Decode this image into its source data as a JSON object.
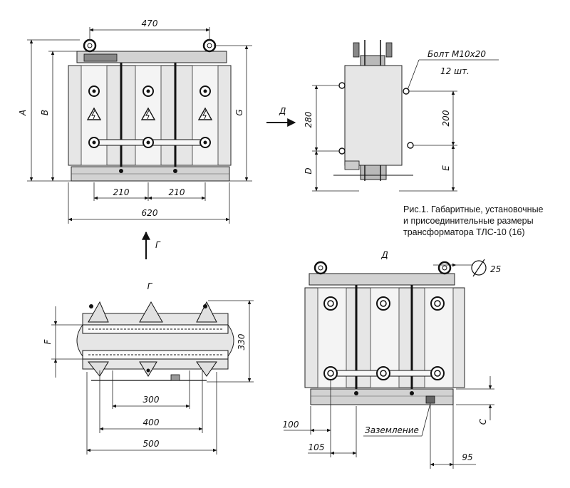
{
  "front_view": {
    "dim_top": "470",
    "dim_a": "A",
    "dim_b": "B",
    "dim_g": "G",
    "dim_left_spacing": "210",
    "dim_right_spacing": "210",
    "dim_overall_width": "620"
  },
  "side_view": {
    "bolt_label": "Болт М10х20",
    "bolt_qty": "12 шт.",
    "view_arrow_label": "Д",
    "dim_280": "280",
    "dim_d": "D",
    "dim_200": "200",
    "dim_e": "E"
  },
  "caption": {
    "line1": "Рис.1. Габаритные, установочные",
    "line2": "и присоединительные размеры",
    "line3": "трансформатора ТЛС-10 (16)"
  },
  "arrow_g": {
    "label": "Г"
  },
  "top_view": {
    "title": "Г",
    "dim_f": "F",
    "dim_330": "330",
    "dim_300": "300",
    "dim_400": "400",
    "dim_500": "500"
  },
  "view_d": {
    "title": "Д",
    "diameter": "25",
    "dim_c": "C",
    "dim_100": "100",
    "dim_105": "105",
    "dim_95": "95",
    "ground_label": "Заземление"
  }
}
